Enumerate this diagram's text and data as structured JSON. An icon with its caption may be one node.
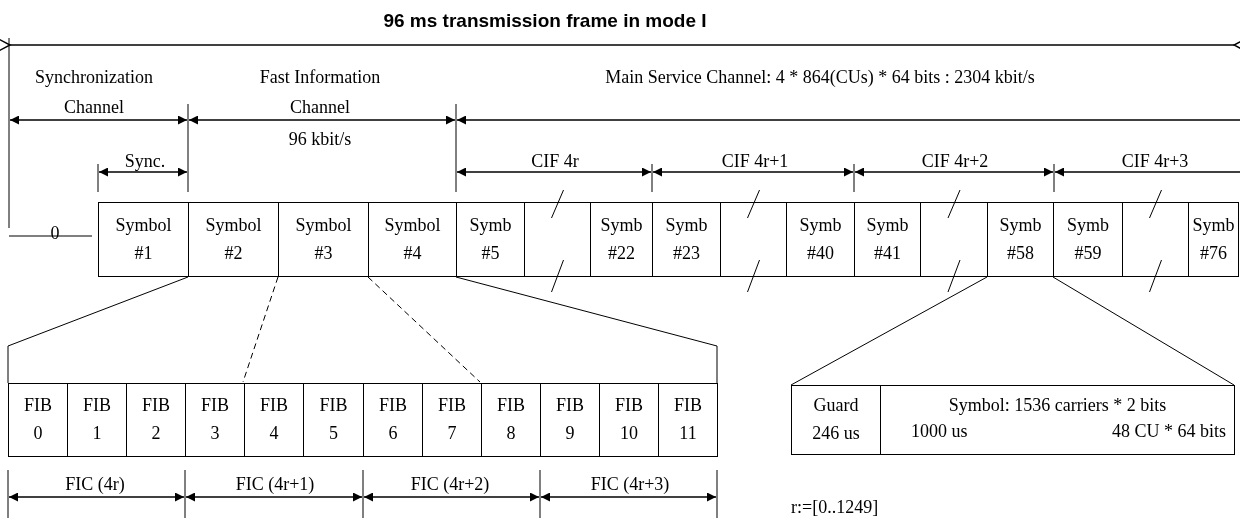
{
  "diagram": {
    "title": "96 ms transmission frame in mode I",
    "nodes": [
      {
        "text": [
          "Symbol #1"
        ]
      },
      {
        "text": [
          "Symbol #2"
        ]
      },
      {
        "text": [
          "Symbol #3"
        ]
      },
      {
        "text": [
          "Symbol #4"
        ]
      },
      {
        "text": [
          "Symb #5"
        ]
      },
      {
        "text": [],
        "shape": "box"
      },
      {
        "text": [
          "Symb #22"
        ]
      },
      {
        "text": [
          "Symb #23"
        ]
      },
      {
        "text": [],
        "shape": "box"
      },
      {
        "text": [
          "Symb #40"
        ]
      },
      {
        "text": [
          "Symb #41"
        ]
      },
      {
        "text": [],
        "shape": "box"
      },
      {
        "text": [
          "Symb #58"
        ]
      },
      {
        "text": [
          "Symb #59"
        ]
      },
      {
        "text": [],
        "shape": "box"
      },
      {
        "text": [
          "Symb #76"
        ]
      },
      {
        "text": [],
        "shape": "box"
      },
      {
        "text": [
          "FIB 0"
        ],
        "in": 16
      },
      {
        "text": [
          "FIB 1"
        ],
        "in": 16
      },
      {
        "text": [
          "FIB 2"
        ],
        "in": 16
      },
      {
        "text": [
          "FIB 3"
        ],
        "in": 16
      },
      {
        "text": [
          "FIB 4"
        ],
        "in": 16
      },
      {
        "text": [
          "FIB 5"
        ],
        "in": 16
      },
      {
        "text": [
          "FIB 6"
        ],
        "in": 16
      },
      {
        "text": [
          "FIB 7"
        ],
        "in": 16
      },
      {
        "text": [
          "FIB 8"
        ],
        "in": 16
      },
      {
        "text": [
          "FIB 9"
        ],
        "in": 16
      },
      {
        "text": [
          "FIB 10"
        ],
        "in": 16
      },
      {
        "text": [
          "FIB 11"
        ],
        "in": 16
      },
      {
        "text": [],
        "shape": "box"
      },
      {
        "text": [
          "Guard 246 us"
        ],
        "in": 29
      },
      {
        "text": [
          "Symbol: 1536 carriers * 2 bits",
          "1000 us",
          "48 CU * 64 bits"
        ],
        "in": 29
      }
    ],
    "edges": [
      {
        "from": 1,
        "to": 16,
        "arrow": "none"
      },
      {
        "from": 3,
        "to": 16,
        "arrow": "none"
      },
      {
        "from": 2,
        "to": 21,
        "arrow": "none",
        "style": "dashed"
      },
      {
        "from": 3,
        "to": 25,
        "arrow": "none",
        "style": "dashed"
      },
      {
        "from": 12,
        "to": 29,
        "arrow": "none"
      },
      {
        "from": 12,
        "to": 29,
        "arrow": "none"
      }
    ],
    "labels": [
      "Synchronization Channel",
      "Fast Information Channel",
      "Main Service Channel: 4 * 864(CUs) * 64 bits : 2304 kbit/s",
      "96 kbit/s",
      "Sync.",
      "CIF 4r",
      "CIF 4r+1",
      "CIF 4r+2",
      "CIF 4r+3",
      "0",
      "FIC (4r)",
      "FIC (4r+1)",
      "FIC (4r+2)",
      "FIC (4r+3)",
      "r:=[0..1249]"
    ]
  }
}
